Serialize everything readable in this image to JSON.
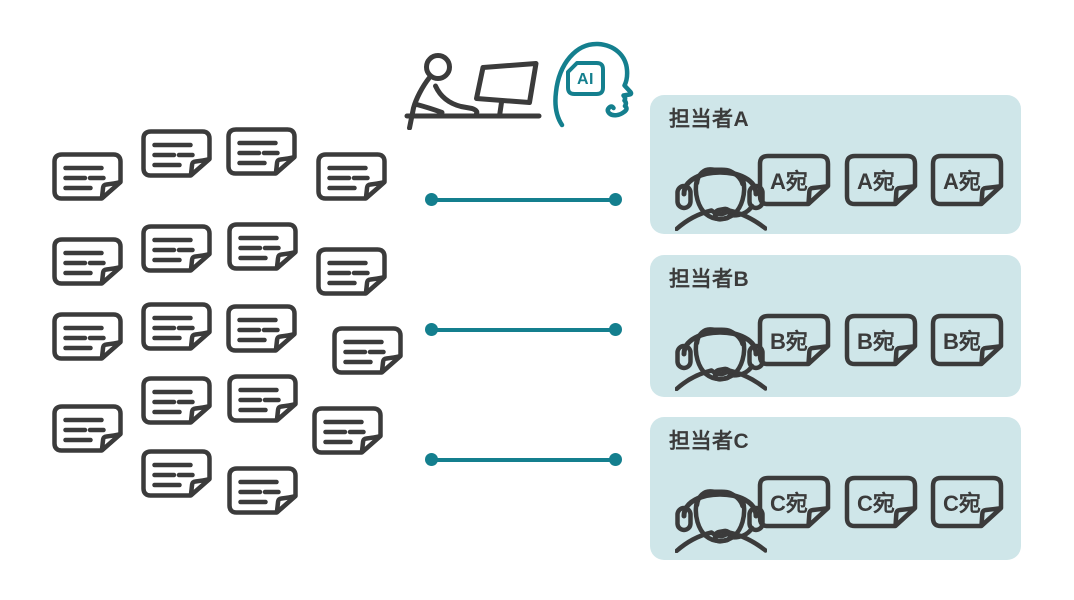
{
  "colors": {
    "outline": "#3b3b3b",
    "accent_teal": "#147f8e",
    "panel_background": "#cfe6e9",
    "page_background": "#ffffff"
  },
  "left_cluster": {
    "icon": "document-icon",
    "count": 18
  },
  "sorter": {
    "person_icon": "person-at-desk-icon",
    "ai_icon": "ai-head-icon",
    "ai_chip_label": "AI"
  },
  "connectors": {
    "count": 3,
    "style": "horizontal-teal-line-with-end-dots"
  },
  "panels": [
    {
      "title": "担当者A",
      "person_icon": "operator-headset-icon",
      "doc_label": "A宛",
      "doc_count": 3
    },
    {
      "title": "担当者B",
      "person_icon": "operator-headset-icon",
      "doc_label": "B宛",
      "doc_count": 3
    },
    {
      "title": "担当者C",
      "person_icon": "operator-headset-icon",
      "doc_label": "C宛",
      "doc_count": 3
    }
  ]
}
